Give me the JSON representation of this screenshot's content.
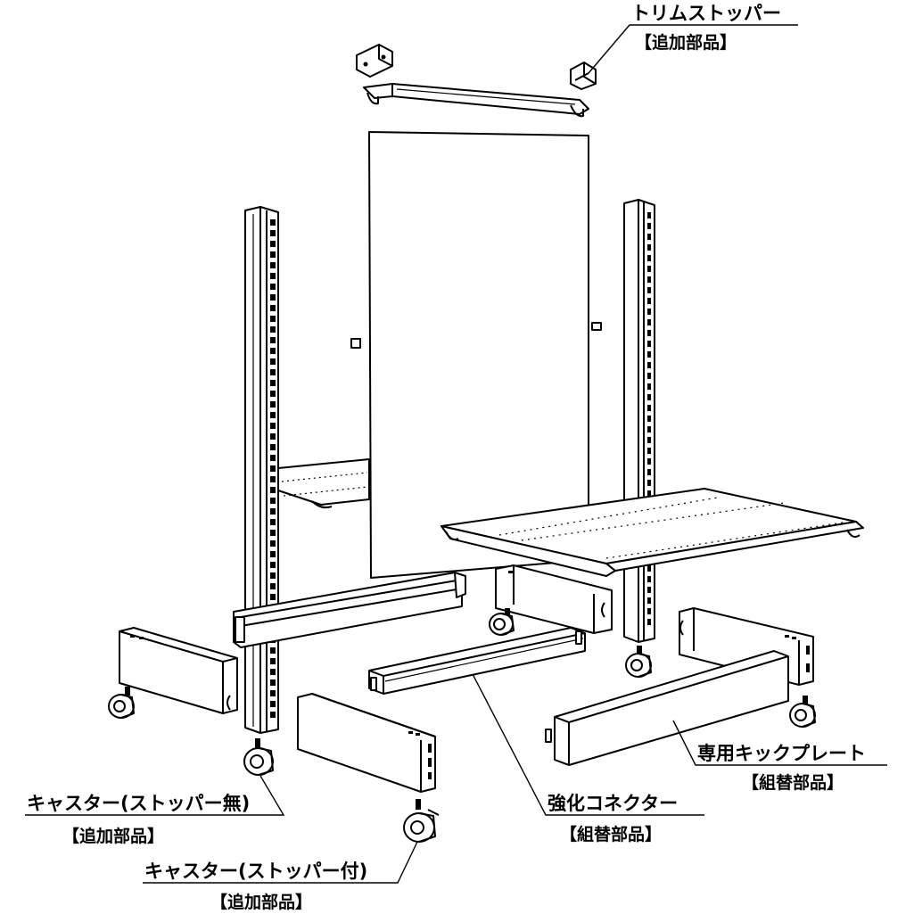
{
  "labels": {
    "trim_stopper": {
      "title": "トリムストッパー",
      "sub": "【追加部品】"
    },
    "kick_plate": {
      "title": "専用キックプレート",
      "sub": "【組替部品】"
    },
    "reinforced_connector": {
      "title": "強化コネクター",
      "sub": "【組替部品】"
    },
    "caster_no_stopper": {
      "title": "キャスター(ストッパー無)",
      "sub": "【追加部品】"
    },
    "caster_with_stopper": {
      "title": "キャスター(ストッパー付)",
      "sub": "【追加部品】"
    }
  }
}
